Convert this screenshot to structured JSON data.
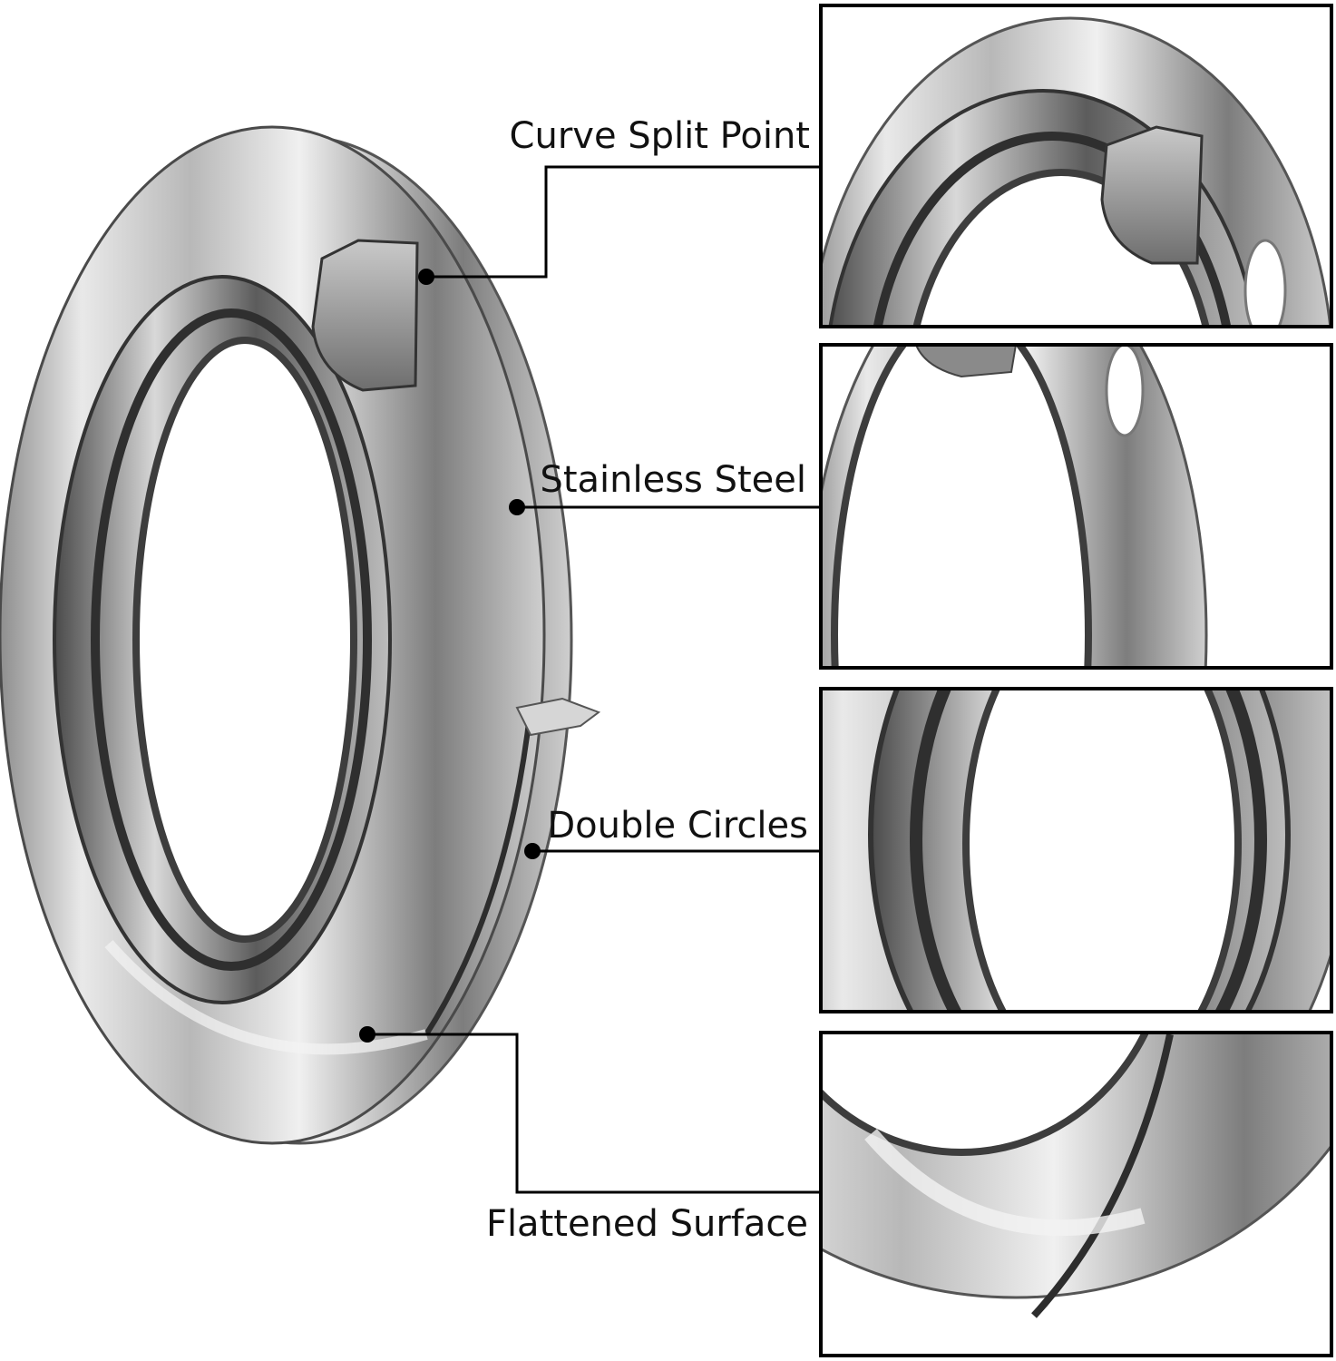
{
  "callouts": [
    {
      "label": "Curve Split Point"
    },
    {
      "label": "Stainless Steel"
    },
    {
      "label": "Double Circles"
    },
    {
      "label": "Flattened Surface"
    }
  ],
  "colors": {
    "background": "#ffffff",
    "steel_light": "#e6e6e6",
    "steel_mid": "#9a9a9a",
    "steel_dark": "#3a3a3a",
    "line": "#000000"
  }
}
